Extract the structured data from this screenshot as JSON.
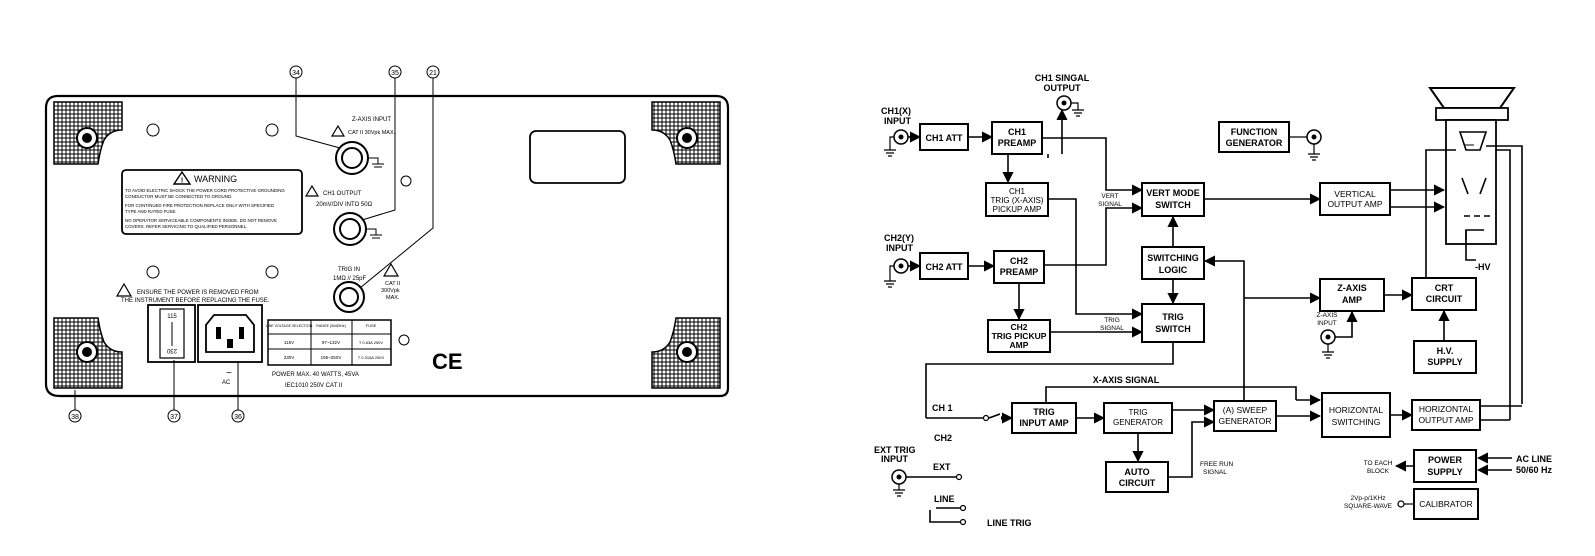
{
  "panel": {
    "callouts": [
      "34",
      "35",
      "21",
      "38",
      "37",
      "36"
    ],
    "warning_title": "WARNING",
    "warning_lines": [
      "TO AVOID ELECTRIC SHOCK THE POWER CORD PROTECTIVE GROUNDING",
      "CONDUCTOR MUST BE CONNECTED TO GROUND.",
      "FOR CONTINUED FIRE PROTECTION REPLACE ONLY WITH SPECIFIED",
      "TYPE AND RATED FUSE.",
      "NO OPERATOR SERVICEABLE COMPONENTS INSIDE. DO NOT REMOVE",
      "COVERS. REFER SERVICING TO QUALIFIED PERSONNEL."
    ],
    "zaxis_label": "Z-AXIS INPUT",
    "zaxis_rating": "CAT II  30Vpk MAX.",
    "ch1out_label": "CH1 OUTPUT",
    "ch1out_spec": "20mV/DIV INTO 50Ω",
    "trigin_label": "TRIG IN",
    "trigin_spec": "1MΩ // 25pF",
    "trigin_cat": "CAT II",
    "trigin_max1": "300Vpk",
    "trigin_max2": "MAX.",
    "fuse_notice_1": "ENSURE THE POWER IS REMOVED FROM",
    "fuse_notice_2": "THE INSTRUMENT BEFORE REPLACING THE FUSE.",
    "selector_top": "115",
    "selector_bottom": "230",
    "ac_symbol": "~",
    "ac_label": "AC",
    "table_headers": [
      "LINE VOLTAGE SELECTION",
      "RANGE (50/60Hz)",
      "FUSE"
    ],
    "table_rows": [
      [
        "115V",
        "97~132V",
        "T 0.63A 250V"
      ],
      [
        "230V",
        "195~250V",
        "T 0.315A 250V"
      ]
    ],
    "power_max": "POWER MAX.  40 WATTS, 45VA",
    "iec_line": "IEC1010    250V CAT II",
    "ce_mark": "CE"
  },
  "diagram": {
    "ch1x_input": [
      "CH1(X)",
      "INPUT"
    ],
    "ch1_signal_output": [
      "CH1 SINGAL",
      "OUTPUT"
    ],
    "ch1_att": "CH1 ATT",
    "ch1_preamp": [
      "CH1",
      "PREAMP"
    ],
    "ch1_trig_pickup": [
      "CH1",
      "TRIG (X-AXIS)",
      "PICKUP AMP"
    ],
    "function_generator": [
      "FUNCTION",
      "GENERATOR"
    ],
    "vert_signal": [
      "VERT",
      "SIGNAL"
    ],
    "vert_mode_switch": [
      "VERT MODE",
      "SWITCH"
    ],
    "vertical_output_amp": [
      "VERTICAL",
      "OUTPUT AMP"
    ],
    "ch2y_input": [
      "CH2(Y)",
      "INPUT"
    ],
    "ch2_att": "CH2 ATT",
    "ch2_preamp": [
      "CH2",
      "PREAMP"
    ],
    "switching_logic": [
      "SWITCHING",
      "LOGIC"
    ],
    "hv_label": "-HV",
    "zaxis_amp": [
      "Z-AXIS",
      "AMP"
    ],
    "zaxis_input": [
      "Z-AXIS",
      "INPUT"
    ],
    "crt_circuit": [
      "CRT",
      "CIRCUIT"
    ],
    "ch2_trig_pickup": [
      "CH2",
      "TRIG PICKUP",
      "AMP"
    ],
    "trig_signal": [
      "TRIG",
      "SIGNAL"
    ],
    "trig_switch": [
      "TRIG",
      "SWITCH"
    ],
    "hv_supply": [
      "H.V.",
      "SUPPLY"
    ],
    "xaxis_signal": "X-AXIS SIGNAL",
    "ch1_sel": "CH 1",
    "ch2_sel": "CH2",
    "trig_input_amp": [
      "TRIG",
      "INPUT AMP"
    ],
    "trig_generator": [
      "TRIG",
      "GENERATOR"
    ],
    "sweep_generator": [
      "(A) SWEEP",
      "GENERATOR"
    ],
    "horizontal_switching": [
      "HORIZONTAL",
      "SWITCHING"
    ],
    "horizontal_output_amp": [
      "HORIZONTAL",
      "OUTPUT AMP"
    ],
    "ext_trig_input": [
      "EXT TRIG",
      "INPUT"
    ],
    "ext_label": "EXT",
    "auto_circuit": [
      "AUTO",
      "CIRCUIT"
    ],
    "free_run_signal": [
      "FREE RUN",
      "SIGNAL"
    ],
    "to_each_block": [
      "TO EACH",
      "BLOCK"
    ],
    "power_supply": [
      "POWER",
      "SUPPLY"
    ],
    "ac_line": [
      "AC LINE",
      "50/60 Hz"
    ],
    "line_label": "LINE",
    "line_trig": "LINE TRIG",
    "cal_spec": [
      "2Vp-p/1KHz",
      "SQUARE-WAVE"
    ],
    "calibrator": "CALIBRATOR"
  }
}
